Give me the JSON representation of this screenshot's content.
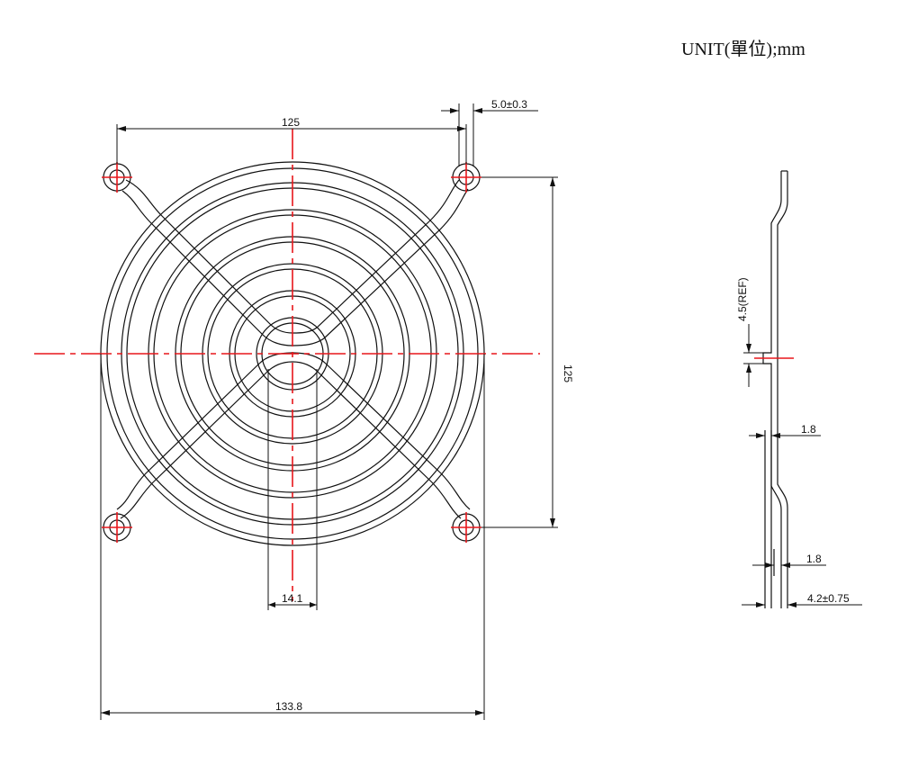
{
  "unit": "UNIT(單位);mm",
  "dimensions": {
    "top_width": "125",
    "wire_thickness": "5.0±0.3",
    "right_height": "125",
    "center_width": "14.1",
    "overall_width": "133.8",
    "side_offset": "4.5(REF)",
    "side_thickness_1": "1.8",
    "side_thickness_2": "1.8",
    "side_depth": "4.2±0.75"
  },
  "colors": {
    "line": "#111111",
    "centerline": "#e8161b"
  }
}
